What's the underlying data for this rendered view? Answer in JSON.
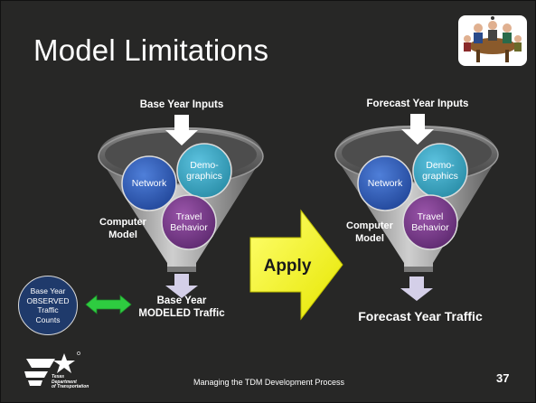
{
  "slide": {
    "title": "Model Limitations",
    "footer": "Managing the TDM Development Process",
    "slide_number": "37"
  },
  "left_funnel": {
    "inputs_label": "Base Year Inputs",
    "network": "Network",
    "demographics_line1": "Demo-",
    "demographics_line2": "graphics",
    "travel_line1": "Travel",
    "travel_line2": "Behavior",
    "computer_line1": "Computer",
    "computer_line2": "Model",
    "output_line1": "Base Year",
    "output_line2": "MODELED Traffic"
  },
  "right_funnel": {
    "inputs_label": "Forecast Year Inputs",
    "network": "Network",
    "demographics_line1": "Demo-",
    "demographics_line2": "graphics",
    "travel_line1": "Travel",
    "travel_line2": "Behavior",
    "computer_line1": "Computer",
    "computer_line2": "Model",
    "output": "Forecast Year Traffic"
  },
  "apply_label": "Apply",
  "observed": {
    "line1": "Base Year",
    "line2": "OBSERVED",
    "line3": "Traffic",
    "line4": "Counts"
  },
  "logo": {
    "line1": "Texas",
    "line2": "Department",
    "line3": "of Transportation"
  },
  "colors": {
    "background": "#272726",
    "network_circle": "#2f5fbf",
    "demographics_circle": "#3aa8c8",
    "travel_circle": "#7a3d8c",
    "apply_arrow": "#ffff00",
    "double_arrow": "#2ecc40",
    "observed_circle": "#1f3a6b"
  },
  "icons": [
    "meeting-clipart",
    "down-arrow",
    "apply-arrow",
    "double-arrow",
    "txdot-star-logo"
  ]
}
